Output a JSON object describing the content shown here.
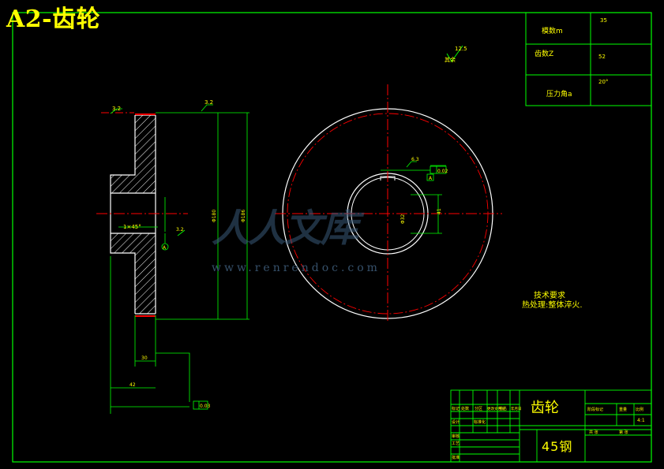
{
  "sheet": {
    "title": "A2-齿轮",
    "colors": {
      "border": "#00ff00",
      "outline": "#ffffff",
      "centerline": "#ff0000",
      "text": "#ffff00",
      "watermark": "#3a5a78"
    }
  },
  "gear_params": {
    "module_label": "模数m",
    "module_value": "35",
    "teeth_label": "齿数Z",
    "teeth_value": "52",
    "pressure_label": "压力角a",
    "pressure_value": "20°"
  },
  "roughness_symbol": {
    "label": "其余",
    "value": "12.5"
  },
  "tech_requirements": {
    "heading": "技术要求",
    "line1": "热处理:整体淬火."
  },
  "title_block": {
    "part_name": "齿轮",
    "material": "45钢",
    "scale": "4:1",
    "cells": [
      "标记",
      "处数",
      "分区",
      "更改文件号",
      "签名",
      "年月日",
      "设计",
      "标准化",
      "审核",
      "工艺",
      "批准",
      "阶段标记",
      "重量",
      "比例",
      "共 张",
      "第 张"
    ]
  },
  "dims": {
    "chamfer_top": "3.2",
    "dim_top_right": "3.2",
    "chamfer_note": "1×45°",
    "roughness_bore": "3.2",
    "width_small": "30",
    "width_total": "42",
    "runout": "0.03",
    "datum": "A",
    "keyway_tol": "0.02",
    "keyway_rough": "6.3",
    "dim_phi1": "Φ180",
    "dim_phi2": "Φ186",
    "dim_bore": "Φ32",
    "dim_key": "41"
  },
  "watermark": {
    "logo": "人人文库",
    "url": "www.renrendoc.com"
  }
}
